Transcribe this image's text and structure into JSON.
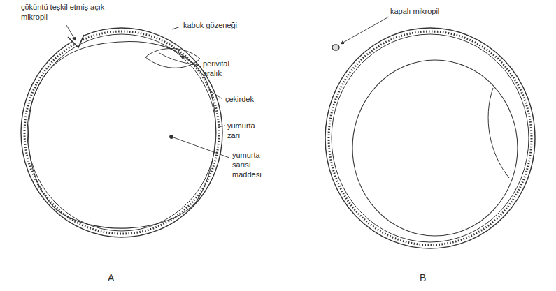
{
  "diagram": {
    "labels": [
      "çöküntü teşkil etmiş açık mikropil",
      "kabuk gözeneği",
      "perivital aralık",
      "çekirdek",
      "yumurta zarı",
      "yumurta sarısı maddesi",
      "A",
      "kapalı mikropil",
      "B"
    ]
  }
}
